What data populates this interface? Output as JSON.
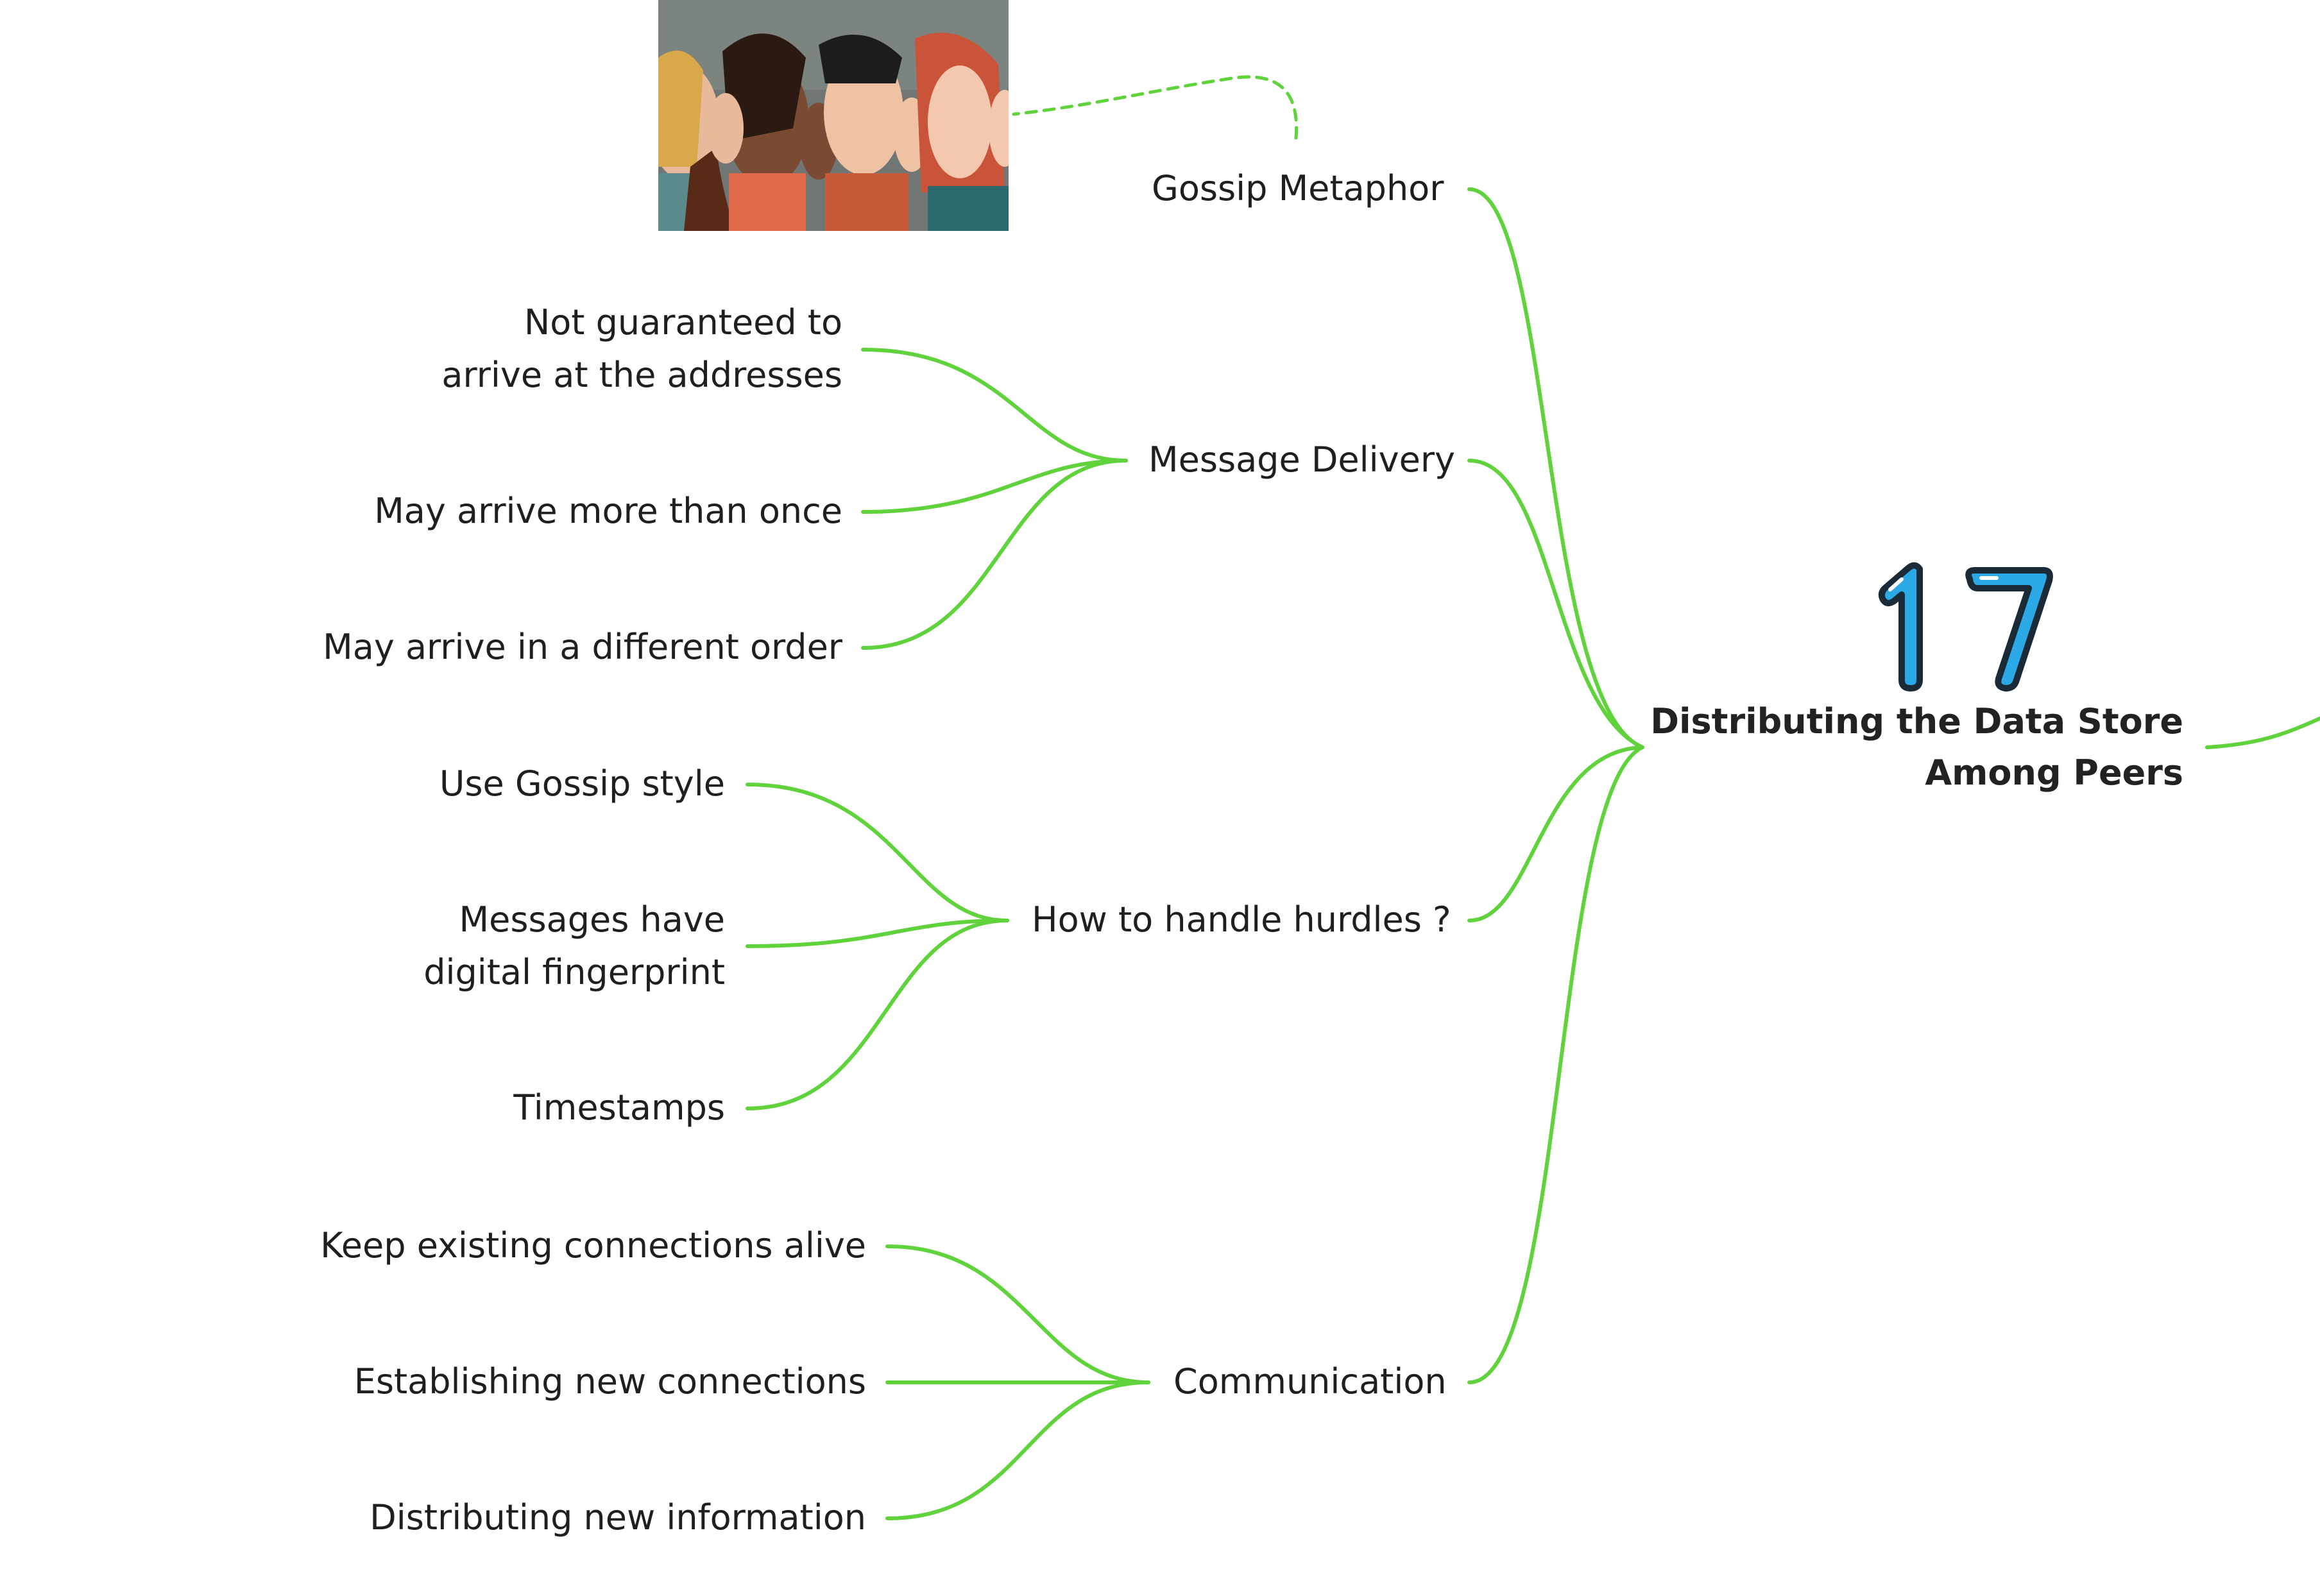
{
  "root": {
    "number": "17",
    "title_line1": "Distributing the Data Store",
    "title_line2": "Among Peers"
  },
  "branches": [
    {
      "label": "Gossip Metaphor",
      "image": "people-whispering-image",
      "children": []
    },
    {
      "label": "Message Delivery",
      "children": [
        {
          "line1": "Not guaranteed to",
          "line2": "arrive at the addresses"
        },
        {
          "line1": "May arrive more than once"
        },
        {
          "line1": "May arrive in a different order"
        }
      ]
    },
    {
      "label": "How to handle hurdles ?",
      "children": [
        {
          "line1": "Use Gossip style"
        },
        {
          "line1": "Messages have",
          "line2": "digital fingerprint"
        },
        {
          "line1": "Timestamps"
        }
      ]
    },
    {
      "label": "Communication",
      "children": [
        {
          "line1": "Keep existing connections alive"
        },
        {
          "line1": "Establishing new connections"
        },
        {
          "line1": "Distributing new information"
        }
      ]
    }
  ],
  "colors": {
    "connector": "#5fd23c",
    "number_fill": "#2aa9e6",
    "number_outline": "#1a2a36",
    "text": "#1f1f1f"
  }
}
